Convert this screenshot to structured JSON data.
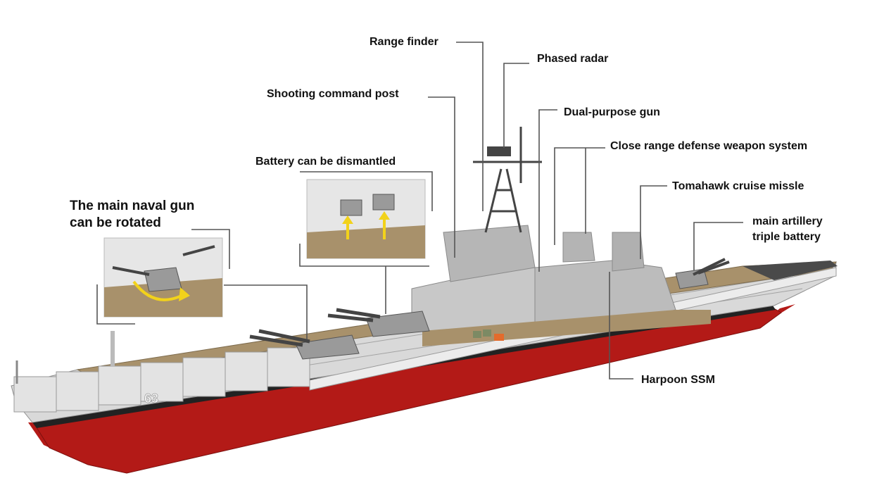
{
  "callouts": {
    "range_finder": "Range finder",
    "phased_radar": "Phased radar",
    "shooting_command_post": "Shooting command post",
    "dual_purpose_gun": "Dual-purpose gun",
    "close_range_defense": "Close range defense weapon system",
    "battery_dismantled": "Battery can be dismantled",
    "tomahawk": "Tomahawk cruise missle",
    "main_naval_gun_line1": "The main naval gun",
    "main_naval_gun_line2": "can be rotated",
    "main_artillery_line1": "main artillery",
    "main_artillery_line2": "triple battery",
    "harpoon": "Harpoon SSM"
  },
  "hull_number": "63",
  "colors": {
    "hull_red": "#b31a17",
    "hull_grey": "#d9d9d9",
    "deck_tan": "#a8916b",
    "superstructure": "#b9b9b9",
    "leader_line": "#555555",
    "arrow_yellow": "#f2d21b"
  }
}
